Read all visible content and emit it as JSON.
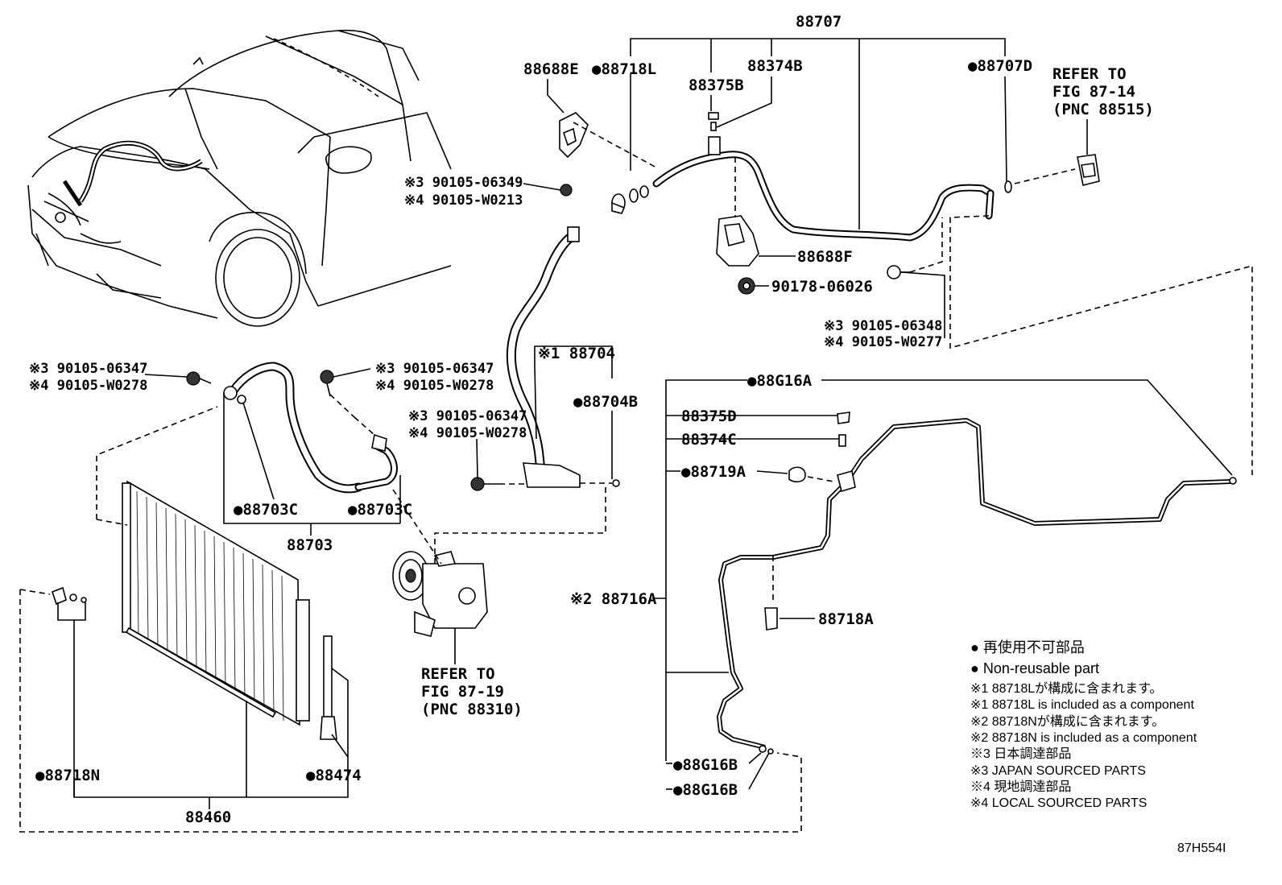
{
  "diagram_code": "87H554I",
  "bullet_symbol": "●",
  "labels": {
    "p88707": "88707",
    "p88688E": "88688E",
    "p88718L": "●88718L",
    "p88375B": "88375B",
    "p88374B": "88374B",
    "p88707D": "●88707D",
    "refer1_l1": "REFER TO",
    "refer1_l2": "FIG 87-14",
    "refer1_l3": "(PNC 88515)",
    "bolt_a_l1": "※3 90105-06349",
    "bolt_a_l2": "※4 90105-W0213",
    "p88688F": "88688F",
    "p90178": "90178-06026",
    "bolt_b_l1": "※3 90105-06348",
    "bolt_b_l2": "※4 90105-W0277",
    "p88704": "※1 88704",
    "p88704B": "●88704B",
    "bolt_c_l1": "※3 90105-06347",
    "bolt_c_l2": "※4 90105-W0278",
    "bolt_d_l1": "※3 90105-06347",
    "bolt_d_l2": "※4 90105-W0278",
    "bolt_e_l1": "※3 90105-06347",
    "bolt_e_l2": "※4 90105-W0278",
    "p88703C_a": "●88703C",
    "p88703C_b": "●88703C",
    "p88703": "88703",
    "p88G16A": "●88G16A",
    "p88375D": "88375D",
    "p88374C": "88374C",
    "p88719A": "●88719A",
    "p88716A": "※2 88716A",
    "p88718A": "88718A",
    "p88G16B_a": "●88G16B",
    "p88G16B_b": "●88G16B",
    "refer2_l1": "REFER TO",
    "refer2_l2": "FIG 87-19",
    "refer2_l3": "(PNC 88310)",
    "p88718N": "●88718N",
    "p88474": "●88474",
    "p88460": "88460"
  },
  "legend": {
    "items": [
      "● 再使用不可部品",
      "● Non-reusable part",
      "※1 88718Lが構成に含まれます。",
      "※1 88718L is included as a component",
      "※2 88718Nが構成に含まれます。",
      "※2 88718N is included as a component",
      "※3 日本調達部品",
      "※3 JAPAN SOURCED PARTS",
      "※4 現地調達部品",
      "※4 LOCAL SOURCED PARTS"
    ]
  }
}
